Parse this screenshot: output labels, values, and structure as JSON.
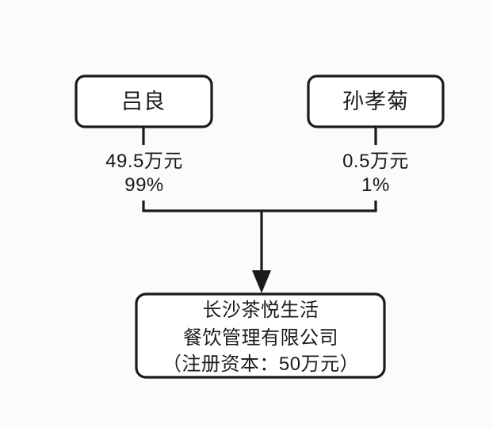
{
  "diagram": {
    "type": "ownership-structure-chart",
    "background_color": "#fbfafc",
    "stroke_color": "#1a1a1a",
    "box_fill_color": "#ffffff",
    "shareholders": [
      {
        "id": "shareholder-1",
        "name": "吕良",
        "contribution_amount": "49.5万元",
        "ownership_percent": "99%"
      },
      {
        "id": "shareholder-2",
        "name": "孙孝菊",
        "contribution_amount": "0.5万元",
        "ownership_percent": "1%"
      }
    ],
    "company": {
      "id": "company-node",
      "name_line_1": "长沙茶悦生活",
      "name_line_2": "餐饮管理有限公司",
      "registered_capital_line": "（注册资本：50万元）"
    }
  }
}
